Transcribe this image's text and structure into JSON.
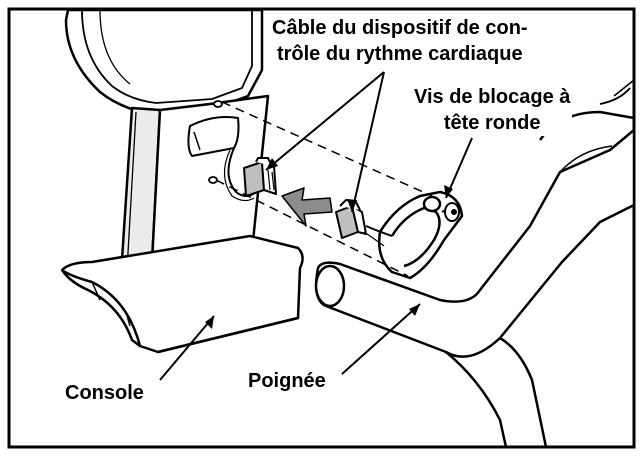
{
  "labels": {
    "cable_line1": "Câble du dispositif de con-",
    "cable_line2": "trôle du rythme cardiaque",
    "screw_line1": "Vis de blocage à",
    "screw_line2": "tête ronde",
    "console": "Console",
    "handle": "Poignée"
  },
  "colors": {
    "ink": "#000000",
    "paper": "#ffffff",
    "connector_shade": "#bfbfbf",
    "arrow_shade": "#8c8c8c",
    "edge_shade": "#d9d9d9"
  }
}
